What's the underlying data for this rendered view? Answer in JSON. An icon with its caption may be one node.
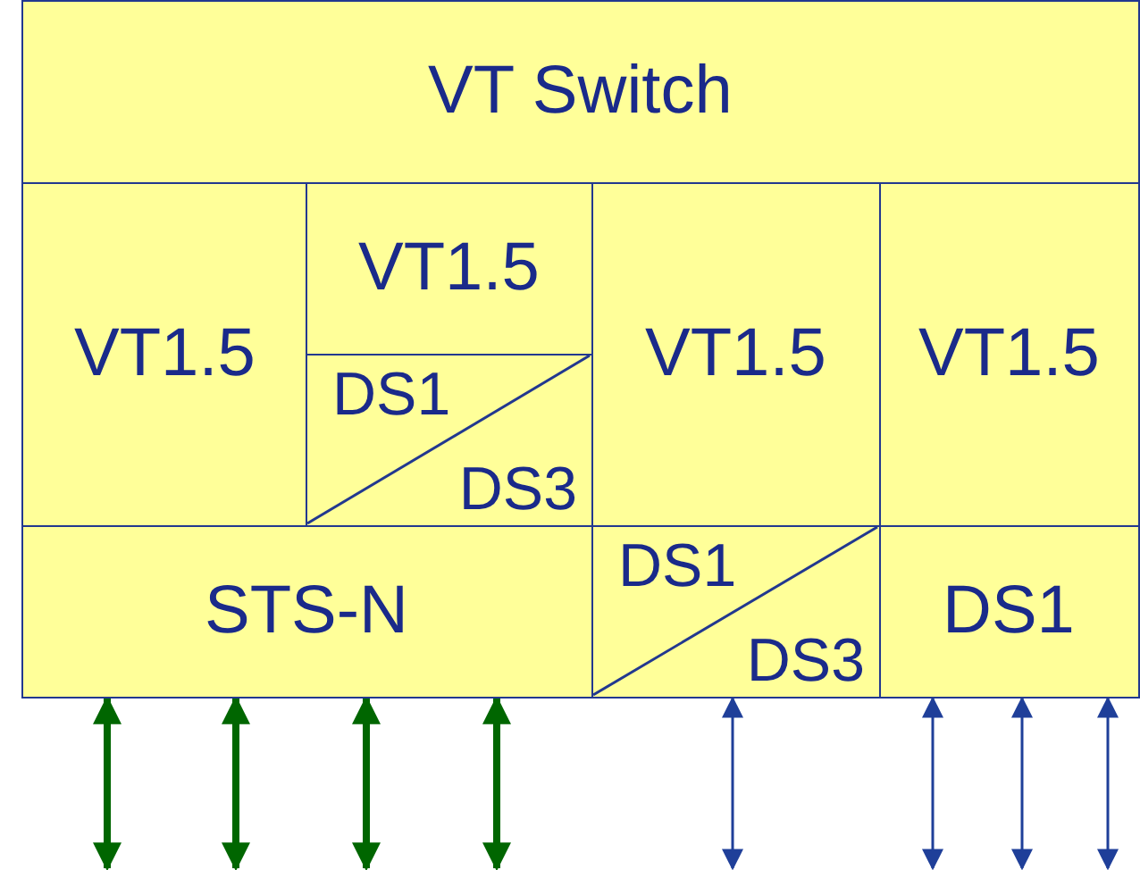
{
  "diagram": {
    "nodes": [
      {
        "text": [
          "VT Switch"
        ]
      },
      {
        "text": [
          "VT1.5"
        ]
      },
      {
        "text": [
          "VT1.5"
        ]
      },
      {
        "text": [
          "DS1",
          "DS3"
        ]
      },
      {
        "text": [
          "VT1.5"
        ]
      },
      {
        "text": [
          "VT1.5"
        ]
      },
      {
        "text": [
          "STS-N"
        ]
      },
      {
        "text": [
          "DS1",
          "DS3"
        ]
      },
      {
        "text": [
          "DS1"
        ]
      }
    ],
    "edges": [
      {
        "from": 6,
        "to": null,
        "arrow": "both",
        "style": "thick",
        "color": "#006600"
      },
      {
        "from": 6,
        "to": null,
        "arrow": "both",
        "style": "thick",
        "color": "#006600"
      },
      {
        "from": 6,
        "to": null,
        "arrow": "both",
        "style": "thick",
        "color": "#006600"
      },
      {
        "from": 6,
        "to": null,
        "arrow": "both",
        "style": "thick",
        "color": "#006600"
      },
      {
        "from": 7,
        "to": null,
        "arrow": "both",
        "color": "#1f3f99"
      },
      {
        "from": 8,
        "to": null,
        "arrow": "both",
        "color": "#1f3f99"
      },
      {
        "from": 8,
        "to": null,
        "arrow": "both",
        "color": "#1f3f99"
      },
      {
        "from": 8,
        "to": null,
        "arrow": "both",
        "color": "#1f3f99"
      }
    ]
  }
}
